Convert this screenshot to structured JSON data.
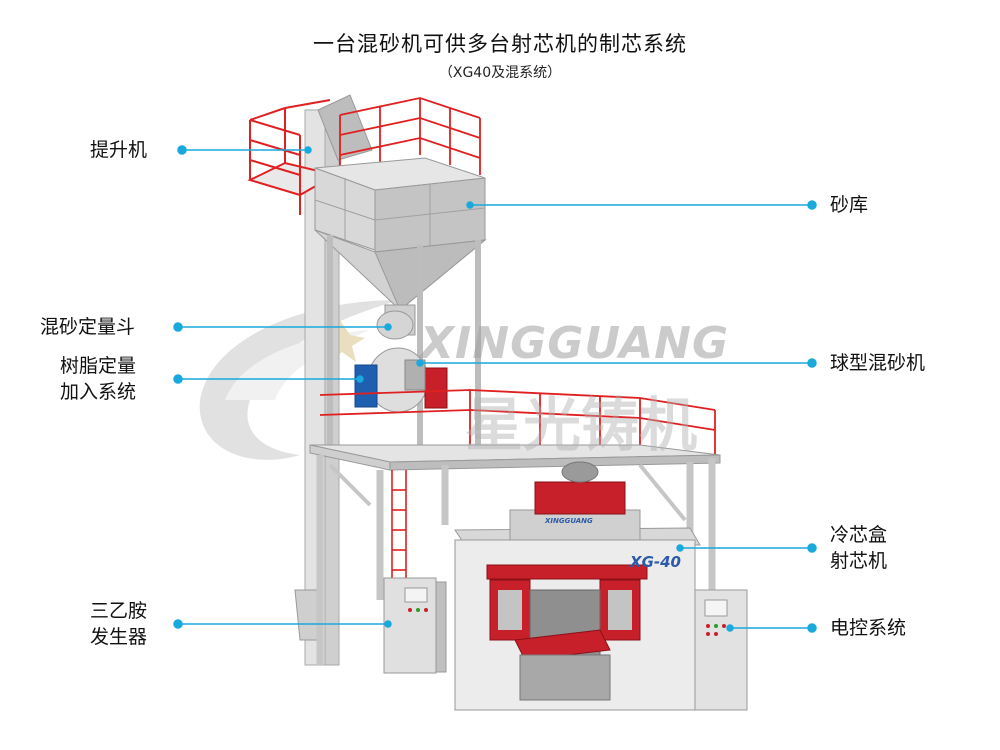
{
  "title": "一台混砂机可供多台射芯机的制芯系统",
  "subtitle": "（XG40及混系统）",
  "watermark": {
    "latin": "XINGGUANG",
    "cn": "星光铸机"
  },
  "machine": {
    "badge": "XG-40",
    "plate": "XINGGUANG"
  },
  "labels": {
    "elevator": "提升机",
    "sand_hopper_dosing": "混砂定量斗",
    "resin_line1": "树脂定量",
    "resin_line2": "加入系统",
    "amine_line1": "三乙胺",
    "amine_line2": "发生器",
    "sand_silo": "砂库",
    "ball_mixer": "球型混砂机",
    "coldbox_line1": "冷芯盒",
    "coldbox_line2": "射芯机",
    "electric_control": "电控系统"
  },
  "colors": {
    "leader": "#19a9dd",
    "frame": "#d9d9d9",
    "rail": "#e02020",
    "door": "#c8202a"
  }
}
